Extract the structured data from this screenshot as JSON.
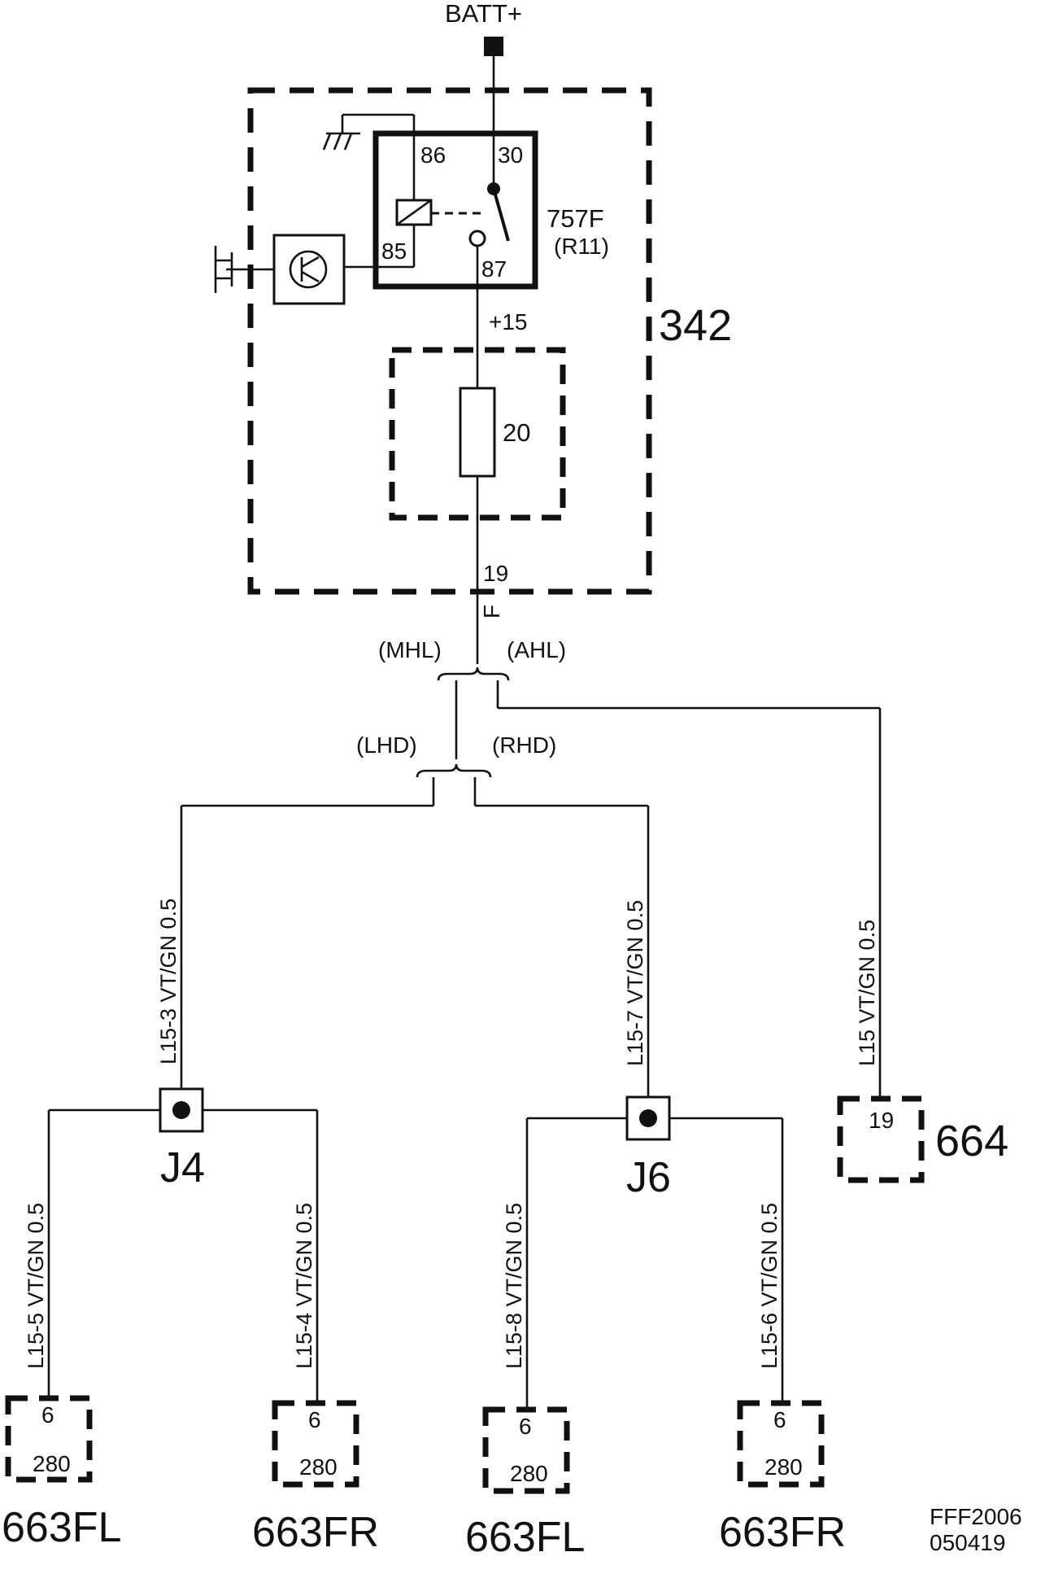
{
  "supply": {
    "label": "BATT+"
  },
  "relay": {
    "id": "757F",
    "code": "(R11)",
    "pins": {
      "p86": "86",
      "p30": "30",
      "p85": "85",
      "p87": "87"
    }
  },
  "module": {
    "id": "342",
    "output": "+15",
    "fuse": "20",
    "pin": "19",
    "pin_code": "F"
  },
  "options": {
    "mhl": "(MHL)",
    "ahl": "(AHL)",
    "lhd": "(LHD)",
    "rhd": "(RHD)"
  },
  "wires": {
    "l15_3": "L15-3  VT/GN  0.5",
    "l15_7": "L15-7  VT/GN  0.5",
    "l15": "L15  VT/GN  0.5",
    "l15_5": "L15-5  VT/GN  0.5",
    "l15_4": "L15-4  VT/GN  0.5",
    "l15_8": "L15-8  VT/GN  0.5",
    "l15_6": "L15-6  VT/GN  0.5"
  },
  "junctions": {
    "j4": "J4",
    "j6": "J6"
  },
  "connectors": {
    "c664": {
      "pin": "19",
      "label": "664"
    },
    "c1": {
      "pin": "6",
      "code": "280",
      "label": "663FL"
    },
    "c2": {
      "pin": "6",
      "code": "280",
      "label": "663FR"
    },
    "c3": {
      "pin": "6",
      "code": "280",
      "label": "663FL"
    },
    "c4": {
      "pin": "6",
      "code": "280",
      "label": "663FR"
    }
  },
  "footer": {
    "line1": "FFF2006",
    "line2": "050419"
  }
}
